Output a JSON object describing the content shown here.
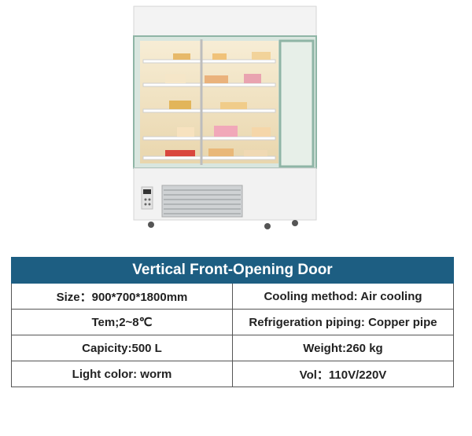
{
  "spec_table": {
    "title": "Vertical Front-Opening Door",
    "rows": [
      [
        "Size：900*700*1800mm",
        "Cooling method: Air cooling"
      ],
      [
        "Tem;2~8℃",
        "Refrigeration piping: Copper pipe"
      ],
      [
        "Capicity:500 L",
        "Weight:260 kg"
      ],
      [
        "Light color: worm",
        "Vol：110V/220V"
      ]
    ]
  },
  "colors": {
    "header_bg": "#1d5e82",
    "frame_green": "#8fb5a6",
    "cabinet_white": "#f2f2f2",
    "interior_warm": "#efe0bd"
  },
  "icons": [
    "display-cabinet-image",
    "control-panel-icon",
    "vent-grille",
    "caster-wheel-icon"
  ]
}
